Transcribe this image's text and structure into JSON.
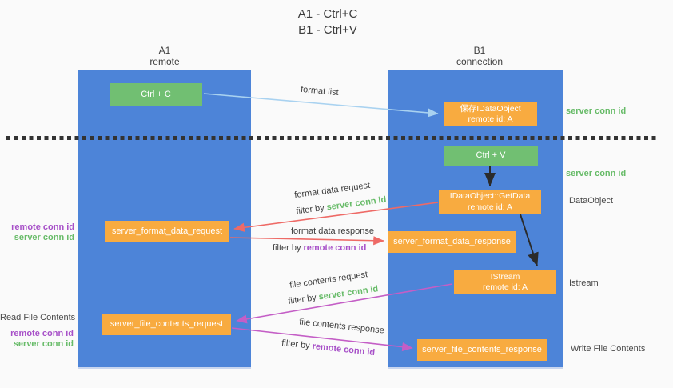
{
  "title": {
    "line1": "A1 - Ctrl+C",
    "line2": "B1 - Ctrl+V"
  },
  "lanes": {
    "a1": {
      "name": "A1",
      "subtitle": "remote"
    },
    "b1": {
      "name": "B1",
      "subtitle": "connection"
    }
  },
  "nodes": {
    "ctrl_c": {
      "label": "Ctrl + C"
    },
    "save_idataobject": {
      "line1": "保存IDataObject",
      "line2": "remote id: A"
    },
    "ctrl_v": {
      "label": "Ctrl + V"
    },
    "getdata": {
      "line1": "IDataObject::GetData",
      "line2": "remote id: A"
    },
    "format_request": {
      "label": "server_format_data_request"
    },
    "format_response": {
      "label": "server_format_data_response"
    },
    "istream": {
      "line1": "IStream",
      "line2": "remote id: A"
    },
    "file_request": {
      "label": "server_file_contents_request"
    },
    "file_response": {
      "label": "server_file_contents_response"
    }
  },
  "edge_labels": {
    "format_list": "format list",
    "format_data_request": "format data request",
    "format_data_response": "format data response",
    "file_contents_request": "file contents request",
    "file_contents_response": "file contents response",
    "filter_by": "filter by ",
    "server_conn_id": "server conn id",
    "remote_conn_id": "remote conn id"
  },
  "side_labels": {
    "server_conn_id_top": "server conn id",
    "server_conn_id_mid": "server conn id",
    "dataobject": "DataObject",
    "istream": "Istream",
    "write_file_contents": "Write File Contents",
    "read_file_contents": "Read File Contents",
    "remote_conn_id_1": "remote conn id",
    "server_conn_id_1": "server conn id",
    "remote_conn_id_2": "remote conn id",
    "server_conn_id_2": "server conn id"
  },
  "colors": {
    "bg": "#fafafa",
    "lane-blue": "#4d84d8",
    "node-orange": "#f8ab40",
    "node-green": "#71bf72",
    "green-text": "#67bb68",
    "purple-text": "#a750c8",
    "red-arrow": "#ee6a66",
    "magenta-arrow": "#c45ec6",
    "light-blue-arrow": "#a9d2f0",
    "dark-arrow": "#2b2b2b",
    "text-dark": "#3e3e3e",
    "text-gray": "#4a4a4a"
  }
}
